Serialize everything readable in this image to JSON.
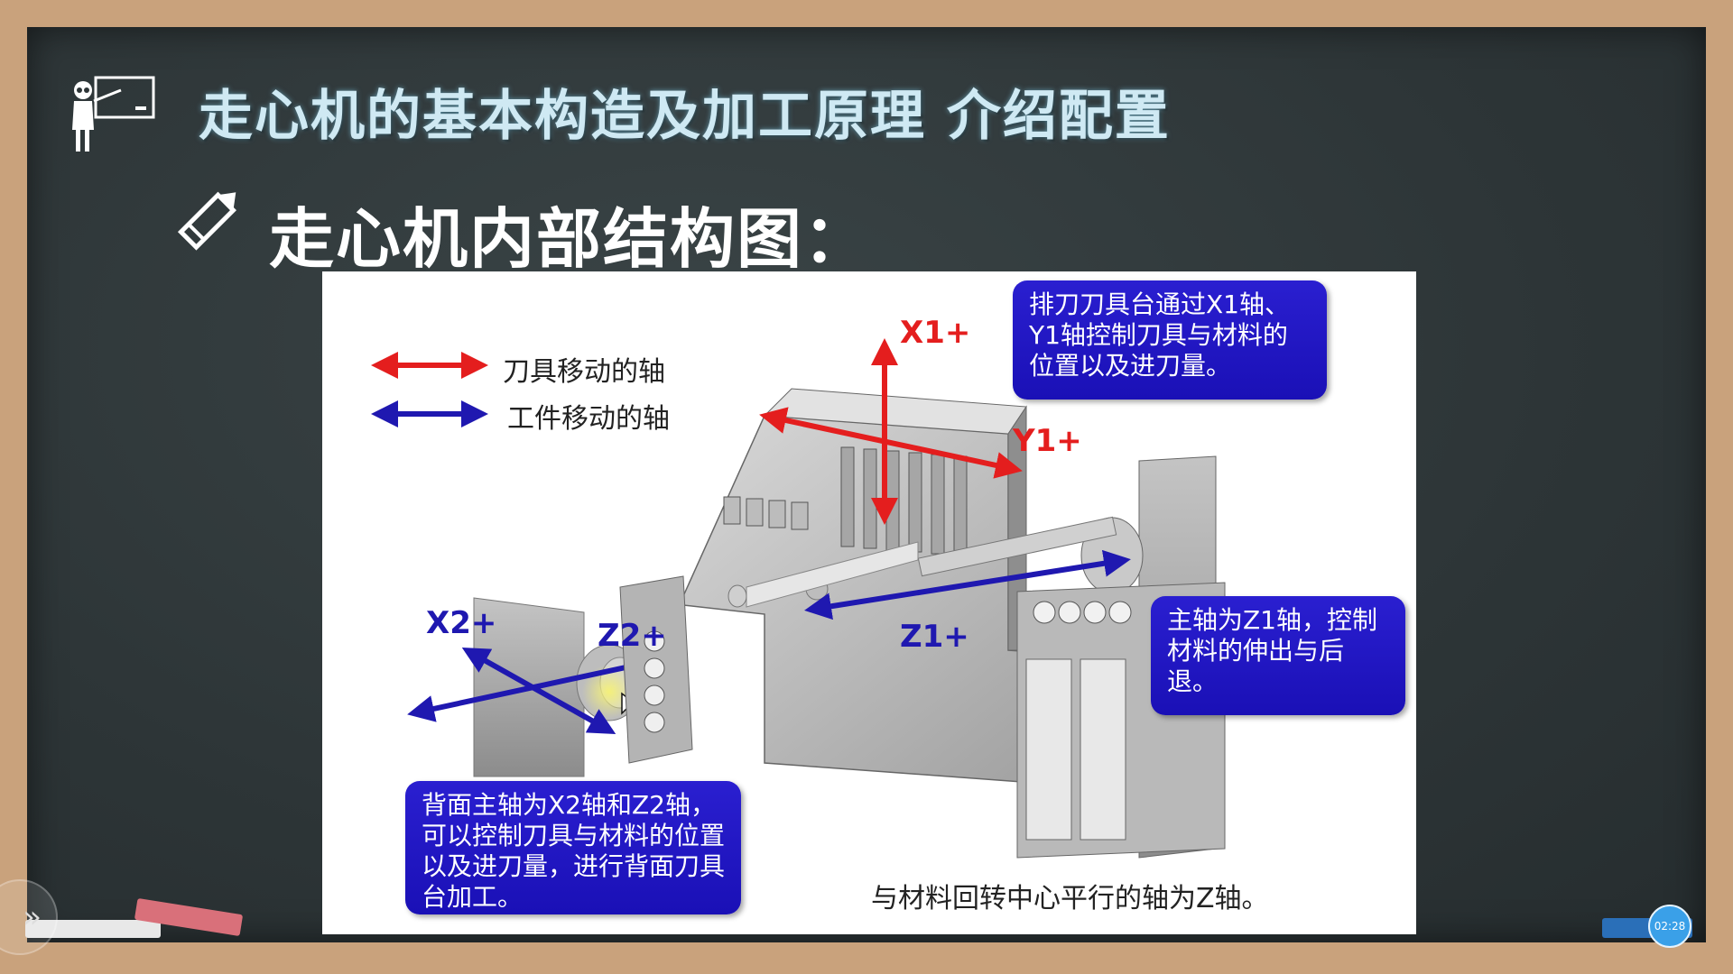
{
  "header": {
    "title": "走心机的基本构造及加工原理 介绍配置",
    "section_title": "走心机内部结构图："
  },
  "legend": {
    "tool_axis_label": "刀具移动的轴",
    "work_axis_label": "工件移动的轴",
    "tool_axis_color": "#e41e1e",
    "work_axis_color": "#1f18b0"
  },
  "axes": {
    "x1": "X1+",
    "y1": "Y1+",
    "z1": "Z1+",
    "x2": "X2+",
    "z2": "Z2+"
  },
  "callouts": {
    "gang_tool": "排刀刀具台通过X1轴、Y1轴控制刀具与材料的位置以及进刀量。",
    "main_spindle": "主轴为Z1轴，控制材料的伸出与后退。",
    "sub_spindle": "背面主轴为X2轴和Z2轴，可以控制刀具与材料的位置以及进刀量，进行背面刀具台加工。",
    "callout_color": "#1f14c4"
  },
  "footnote": "与材料回转中心平行的轴为Z轴。",
  "player": {
    "expand_glyph": "»",
    "timer": "02:28"
  },
  "icons": {
    "teacher": "teacher-board-icon",
    "pencil": "pencil-icon"
  }
}
